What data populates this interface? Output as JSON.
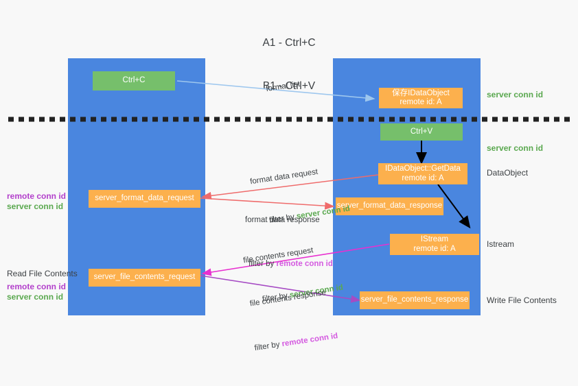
{
  "title": {
    "line1": "A1 - Ctrl+C",
    "line2": "B1 - Ctrl+V"
  },
  "columns": [
    {
      "id": "a1",
      "name": "A1",
      "role": "remote"
    },
    {
      "id": "b1",
      "name": "B1",
      "role": "connection"
    }
  ],
  "nodes": {
    "ctrl_c": "Ctrl+C",
    "ctrl_v": "Ctrl+V",
    "save_idataobject_l1": "保存IDataObject",
    "save_idataobject_l2": "remote id: A",
    "getdata_l1": "IDataObject::GetData",
    "getdata_l2": "remote id: A",
    "istream_l1": "IStream",
    "istream_l2": "remote id: A",
    "server_format_data_request": "server_format_data_request",
    "server_format_data_response": "server_format_data_response",
    "server_file_contents_request": "server_file_contents_request",
    "server_file_contents_response": "server_file_contents_response"
  },
  "right_notes": {
    "server_conn_id_top": "server conn id",
    "server_conn_id_paste": "server conn id",
    "dataobject": "DataObject",
    "istream": "Istream",
    "write_file_contents": "Write File Contents"
  },
  "left_notes": {
    "remote_conn_id_1": "remote conn id",
    "server_conn_id_1": "server conn id",
    "read_file_contents": "Read File Contents",
    "remote_conn_id_2": "remote conn id",
    "server_conn_id_2": "server conn id"
  },
  "edges": {
    "format_list": "format list",
    "format_data_request": "format data request",
    "format_data_request_filter_pre": "filter by ",
    "format_data_request_filter_key": "server conn id",
    "format_data_response": "format data response",
    "format_data_response_filter_pre": "filter by ",
    "format_data_response_filter_key": "remote conn id",
    "file_contents_request": "file contents request",
    "file_contents_request_filter_pre": "filter by ",
    "file_contents_request_filter_key": "server conn id",
    "file_contents_response": "file contents response",
    "file_contents_response_filter_pre": "filter by ",
    "file_contents_response_filter_key": "remote conn id"
  },
  "colors": {
    "lane": "#4a86df",
    "box_green": "#76bf6b",
    "box_orange": "#fcb04d",
    "note_green": "#5aa84f",
    "note_purple": "#b23fcb",
    "arrow_blue": "#9ec7ee",
    "arrow_red": "#ef6b6b",
    "arrow_pink": "#e830d0",
    "arrow_violet": "#a64bc4",
    "arrow_black": "#000000",
    "background": "#f8f8f8"
  }
}
